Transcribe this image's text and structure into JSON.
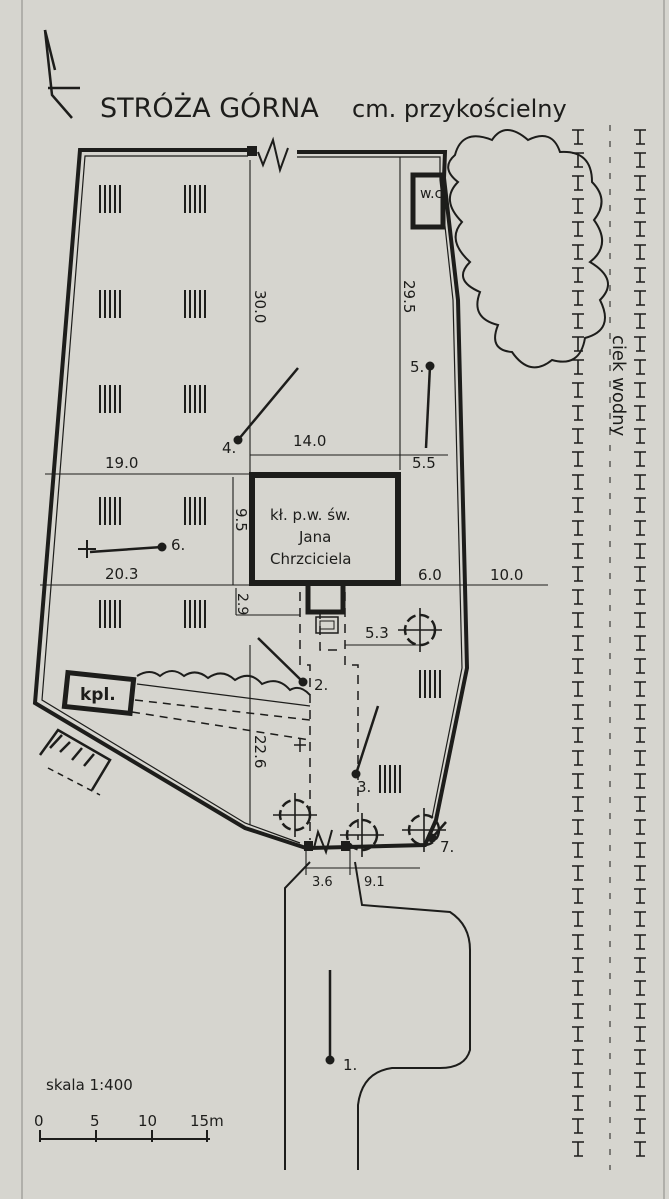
{
  "title": {
    "place": "STRÓŻA GÓRNA",
    "subtitle": "cm. przykościelny"
  },
  "north_arrow": {
    "icon": "north-arrow-icon"
  },
  "church": {
    "line1": "kł. p.w. św.",
    "line2": "Jana",
    "line3": "Chrzciciela"
  },
  "buildings": {
    "wc": "w.c.",
    "chapel": "kpl."
  },
  "stream": {
    "label": "ciek wodny"
  },
  "dimensions": {
    "left_30": "30.0",
    "right_29": "29.5",
    "top_14": "14.0",
    "right_5_5": "5.5",
    "left_19": "19.0",
    "height_9_5": "9.5",
    "left_20_3": "20.3",
    "right_6": "6.0",
    "right_10": "10.0",
    "gap_2_9": "2.9",
    "path_5_3": "5.3",
    "south_22_6": "22.6",
    "gate_3_6": "3.6",
    "gate_9_1": "9.1"
  },
  "photo_points": [
    "1.",
    "2.",
    "3.",
    "4.",
    "5.",
    "6.",
    "7."
  ],
  "scale": {
    "label": "skala 1:400",
    "ticks": [
      "0",
      "5",
      "10",
      "15m"
    ]
  },
  "colors": {
    "paper": "#d6d5cf",
    "ink": "#1d1d1b"
  }
}
